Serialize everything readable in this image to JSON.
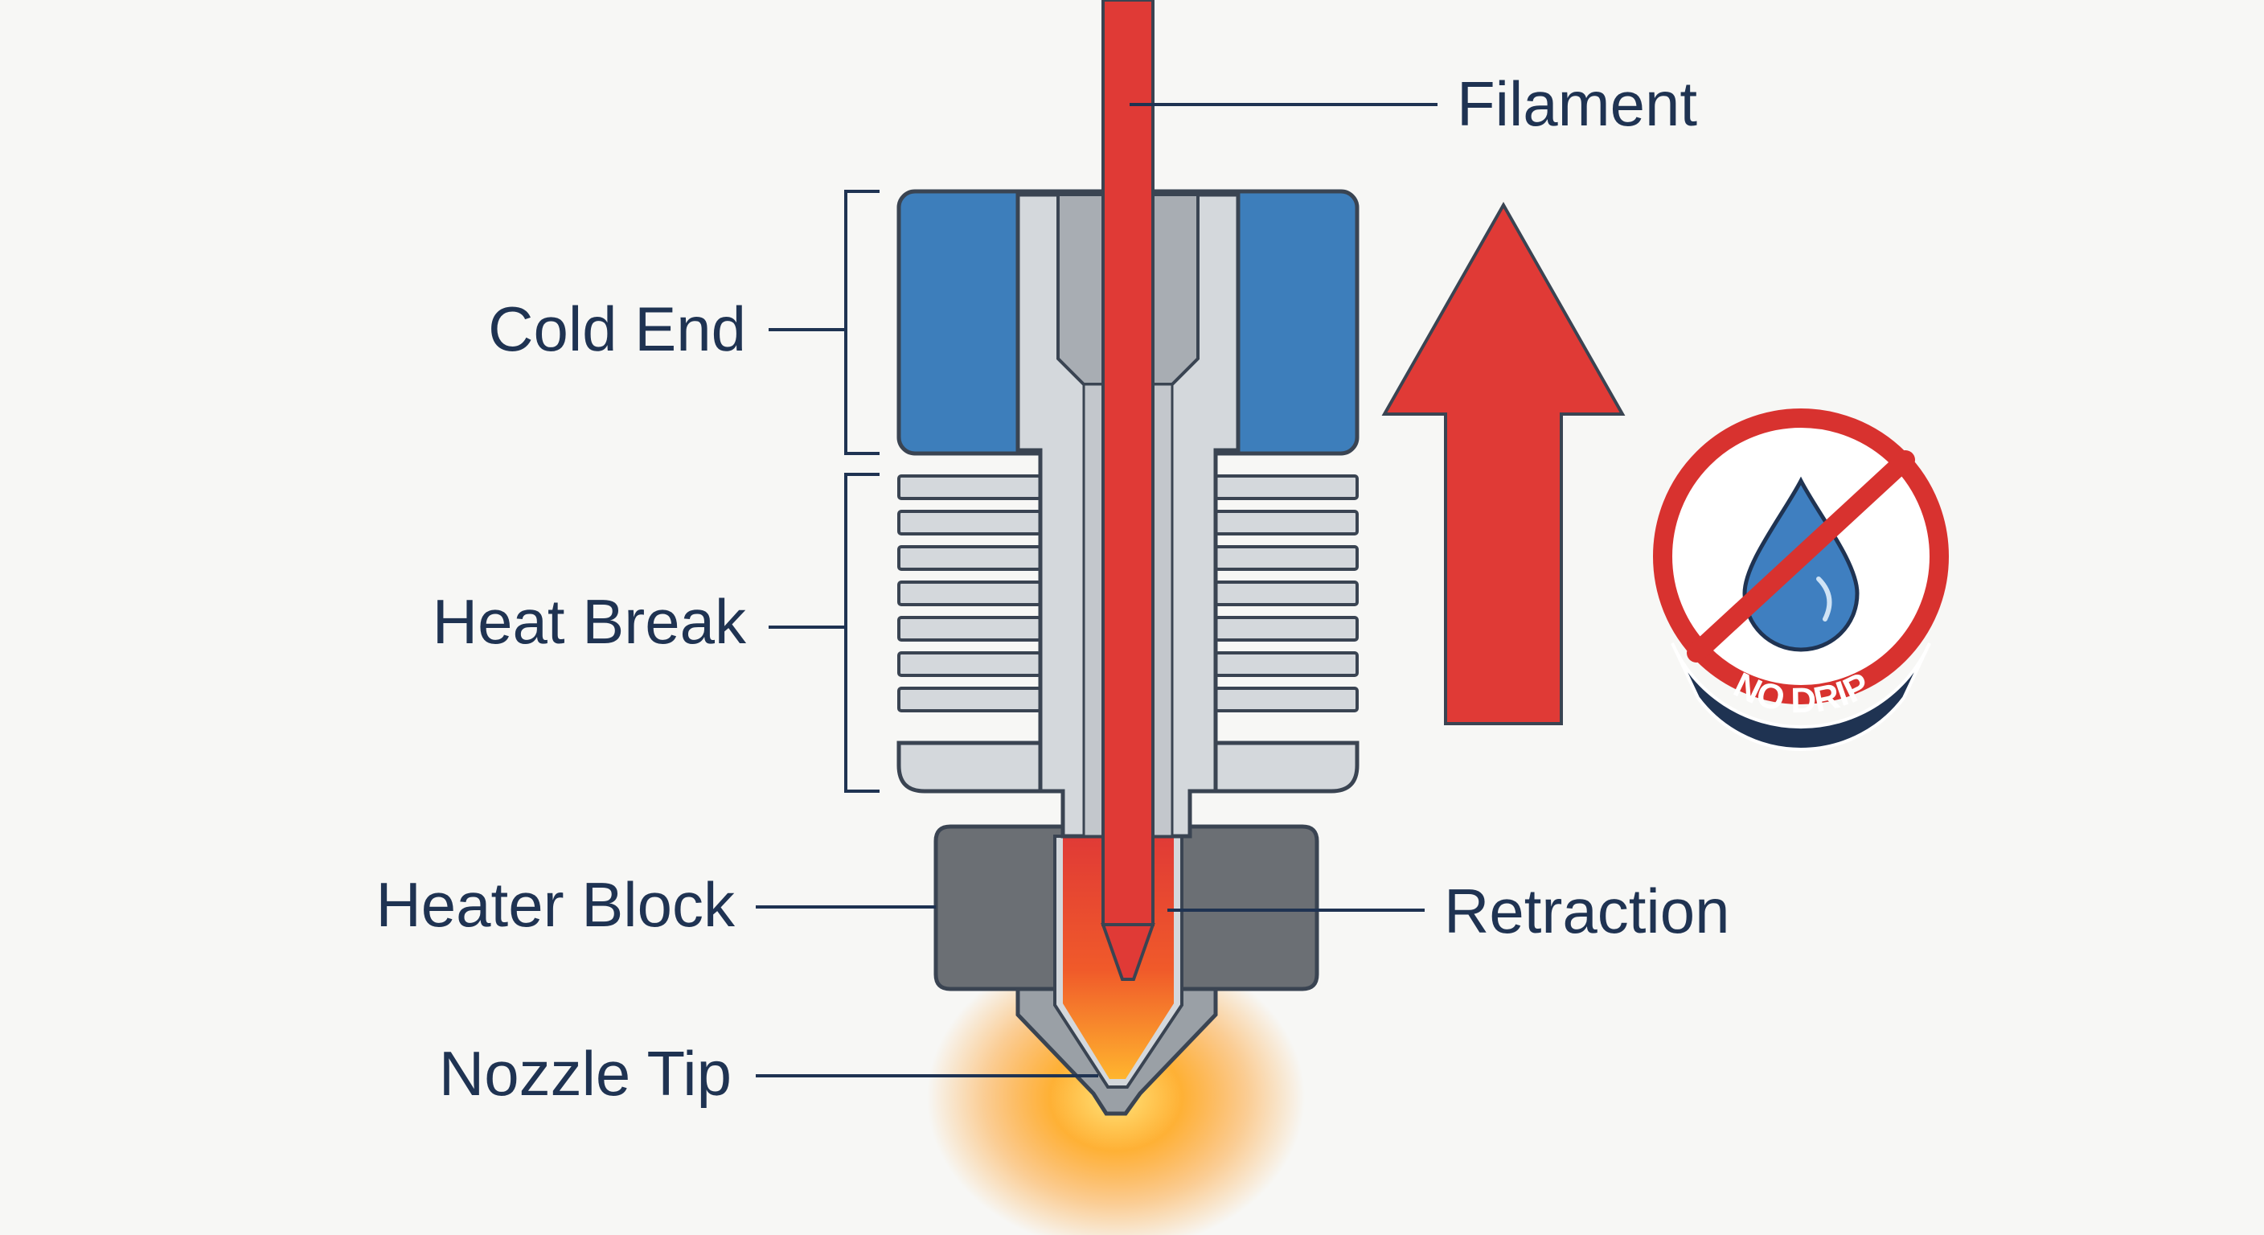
{
  "labels": {
    "filament": "Filament",
    "cold_end": "Cold End",
    "heat_break": "Heat Break",
    "heater_block": "Heater Block",
    "nozzle_tip": "Nozzle Tip",
    "retraction": "Retraction"
  },
  "badge": {
    "text": "NO DRIP",
    "icon": "prohibited-drip-icon"
  },
  "arrow": {
    "direction": "up",
    "icon": "retraction-arrow-icon"
  },
  "colors": {
    "background": "#f7f7f5",
    "label_text": "#1f3352",
    "filament_red": "#e03a36",
    "cold_end_blue": "#3d7ebb",
    "heat_sink_gray": "#d4d8dc",
    "heater_block_gray": "#6b6f74",
    "outline": "#3a4452",
    "glow_orange": "#ff9a1f",
    "drop_blue": "#3f7fc0",
    "badge_navy": "#1f3352"
  }
}
